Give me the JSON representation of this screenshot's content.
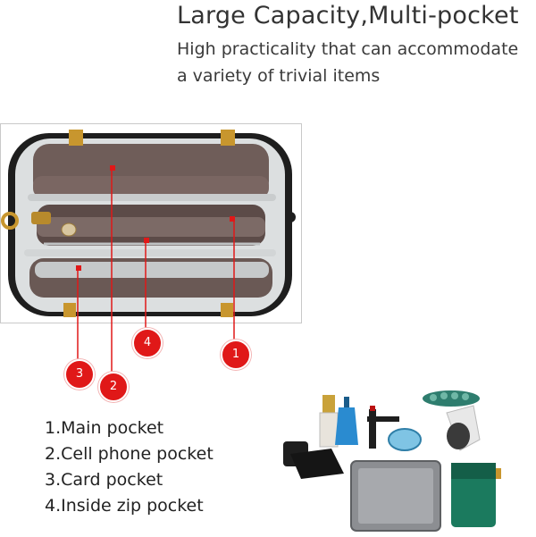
{
  "header": {
    "title": "Large Capacity,Multi-pocket",
    "subtitle_line1": "High practicality that can accommodate",
    "subtitle_line2": "a variety of trivial items"
  },
  "callouts": [
    {
      "num": "1"
    },
    {
      "num": "2"
    },
    {
      "num": "3"
    },
    {
      "num": "4"
    }
  ],
  "legend": [
    "1.Main  pocket",
    "2.Cell phone  pocket",
    "3.Card pocket",
    "4.Inside zip  pocket"
  ],
  "colors": {
    "callout_red": "#e01818",
    "bag_lining": "#6e5b57",
    "bag_trim": "#d9dbdc",
    "hardware_gold": "#c8962e",
    "wallet_green": "#1b7a5e"
  }
}
